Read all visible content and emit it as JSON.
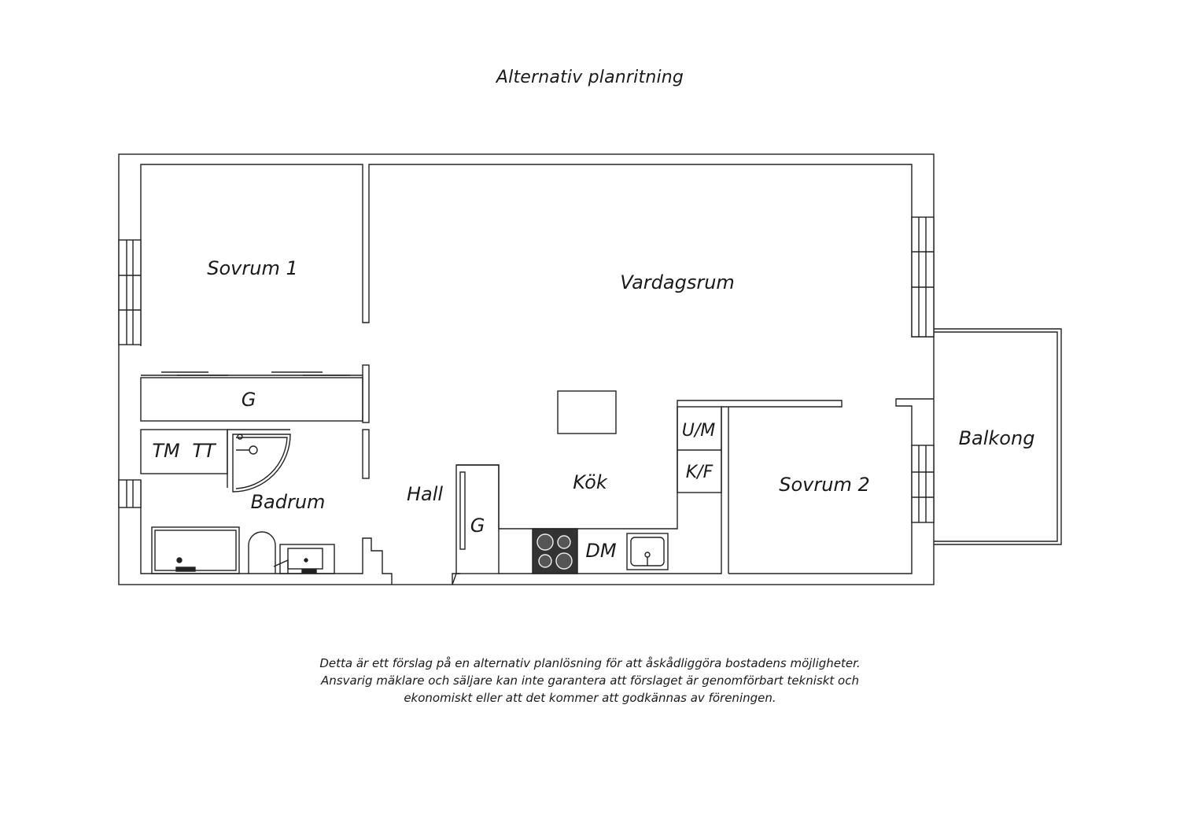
{
  "title": "Alternativ planritning",
  "rooms": {
    "sovrum1": "Sovrum 1",
    "vardagsrum": "Vardagsrum",
    "g_closet_1": "G",
    "tm": "TM",
    "tt": "TT",
    "badrum": "Badrum",
    "hall": "Hall",
    "kok": "Kök",
    "g_closet_2": "G",
    "um": "U/M",
    "kf": "K/F",
    "dm": "DM",
    "sovrum2": "Sovrum 2",
    "balkong": "Balkong"
  },
  "disclaimer": {
    "line1": "Detta är ett förslag på en alternativ planlösning för att åskådliggöra bostadens möjligheter.",
    "line2": "Ansvarig mäklare och säljare kan inte garantera att förslaget är genomförbart tekniskt och",
    "line3": "ekonomiskt eller att det kommer att godkännas av föreningen."
  }
}
